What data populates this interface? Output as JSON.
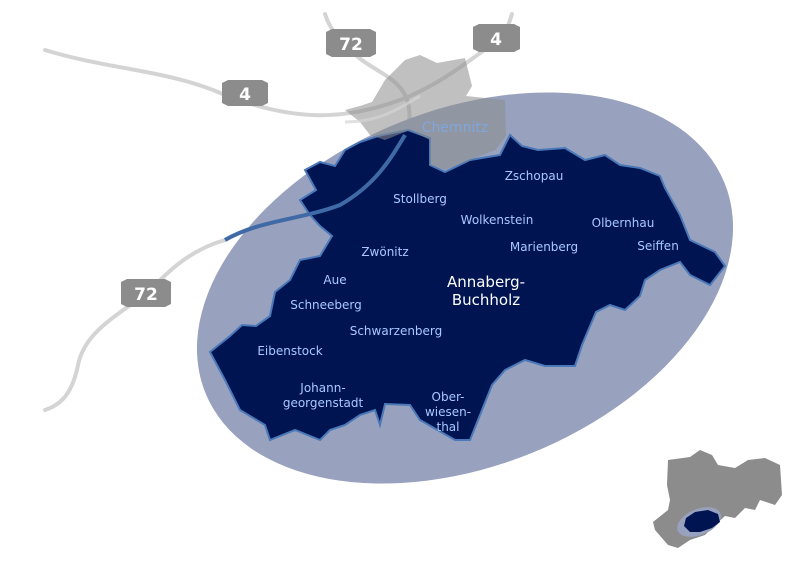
{
  "map": {
    "region": {
      "name_line1": "Annaberg-",
      "name_line2": "Buchholz"
    },
    "city": "Chemnitz",
    "towns": {
      "zschopau": "Zschopau",
      "stollberg": "Stollberg",
      "wolkenstein": "Wolkenstein",
      "olbernhau": "Olbernhau",
      "marienberg": "Marienberg",
      "seiffen": "Seiffen",
      "zwoenitz": "Zwönitz",
      "aue": "Aue",
      "schneeberg": "Schneeberg",
      "schwarzenberg": "Schwarzenberg",
      "eibenstock": "Eibenstock",
      "johann1": "Johann-",
      "johann2": "georgenstadt",
      "ober1": "Ober-",
      "ober2": "wiesen-",
      "ober3": "thal"
    },
    "roads": {
      "b4_west": "4",
      "b4_east": "4",
      "b72_north": "72",
      "b72_west": "72"
    },
    "colors": {
      "region": "#001452",
      "ellipse": "#98a2be",
      "city": "#8c8c8c",
      "road": "#d4d4d4",
      "road_inside": "#3f6aa6"
    }
  }
}
